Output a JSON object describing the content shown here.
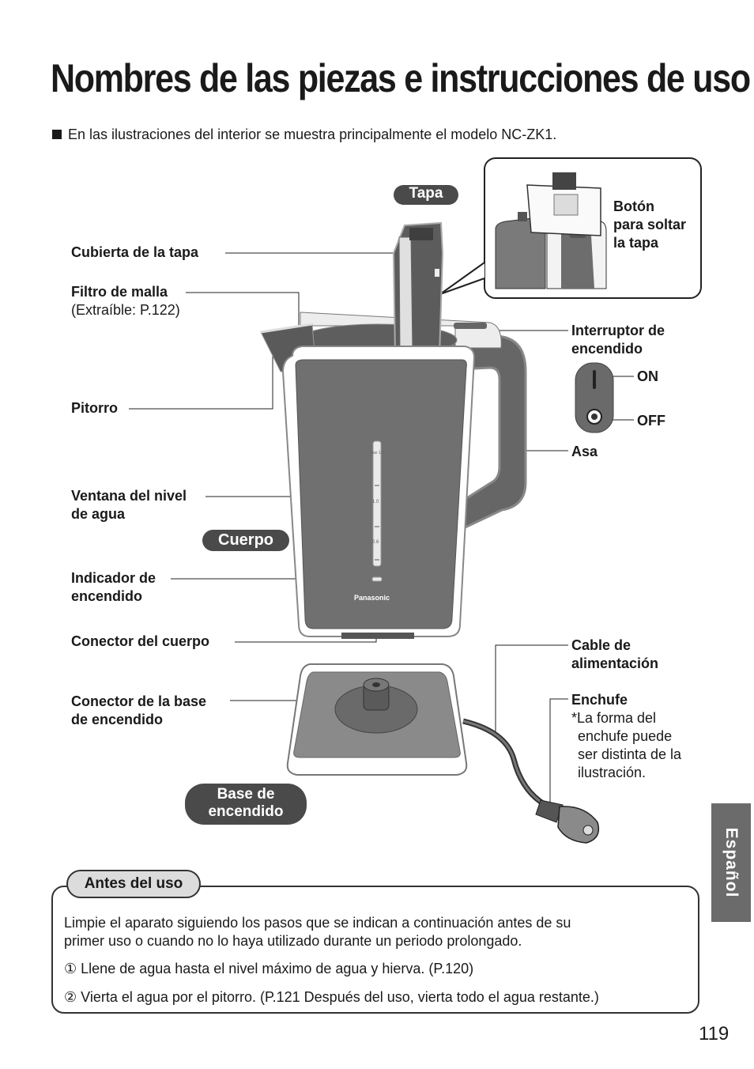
{
  "title": "Nombres de las piezas e instrucciones de uso",
  "intro": "En las ilustraciones del interior se muestra principalmente el modelo NC-ZK1.",
  "sections": {
    "tapa": "Tapa",
    "cuerpo": "Cuerpo",
    "base_line1": "Base de",
    "base_line2": "encendido"
  },
  "labels": {
    "cubierta": "Cubierta de la tapa",
    "filtro": "Filtro de malla",
    "filtro_note": "(Extraíble: P.122)",
    "pitorro": "Pitorro",
    "ventana_1": "Ventana del nivel",
    "ventana_2": "de agua",
    "indicador_1": "Indicador de",
    "indicador_2": "encendido",
    "conector_cuerpo": "Conector del cuerpo",
    "conector_base_1": "Conector de la base",
    "conector_base_2": "de encendido",
    "boton_1": "Botón",
    "boton_2": "para soltar",
    "boton_3": "la tapa",
    "interruptor_1": "Interruptor de",
    "interruptor_2": "encendido",
    "on": "ON",
    "off": "OFF",
    "asa": "Asa",
    "cable_1": "Cable de",
    "cable_2": "alimentación",
    "enchufe": "Enchufe",
    "enchufe_note_1": "*La forma del",
    "enchufe_note_2": "enchufe puede",
    "enchufe_note_3": "ser distinta de la",
    "enchufe_note_4": "ilustración."
  },
  "kettle": {
    "brand": "Panasonic",
    "gauge_max": "Max 1.6",
    "gauge_mid": "1.0",
    "gauge_low": "0.6"
  },
  "side_tab": "Español",
  "before_use": {
    "heading": "Antes del uso",
    "text_1": "Limpie el aparato siguiendo los pasos que se indican a continuación antes de su",
    "text_2": "primer uso o cuando no lo haya utilizado durante un periodo prolongado.",
    "step1_num": "①",
    "step1": "Llene de agua hasta el nivel máximo de agua y hierva. (P.120)",
    "step2_num": "②",
    "step2": "Vierta el agua por el pitorro. (P.121 Después del uso, vierta todo el agua restante.)"
  },
  "page_number": "119",
  "colors": {
    "body_gray": "#707070",
    "dark": "#4a4a4a",
    "tab_gray": "#6b6b6b"
  }
}
